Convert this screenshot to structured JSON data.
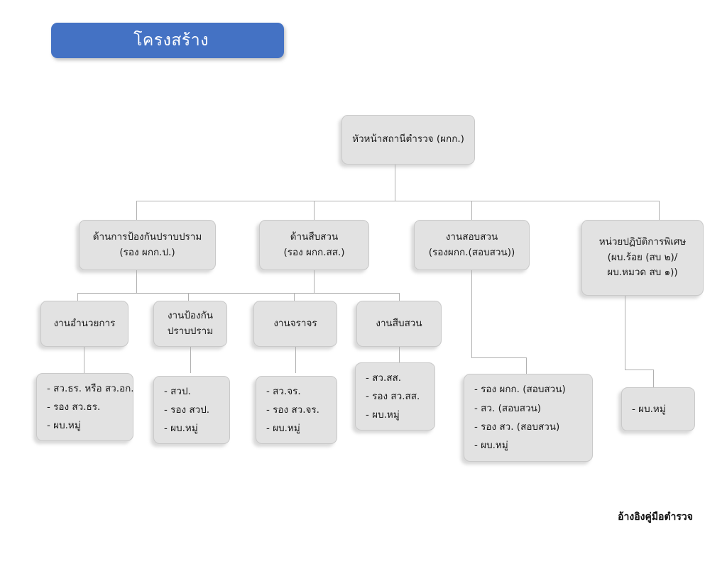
{
  "page": {
    "title_banner": "โครงสร้าง",
    "footer_note": "อ้างอิงคู่มือตำรวจ",
    "accent_color": "#4472c4",
    "node_fill_color": "#e2e2e2",
    "node_border_color": "#c9c9c9",
    "connector_color": "#b0b0b0"
  },
  "chart_data": {
    "type": "diagram",
    "title": "โครงสร้าง",
    "nodes": {
      "root": {
        "id": "root",
        "lines": [
          "หัวหน้าสถานีตำรวจ (ผกก.)"
        ]
      },
      "div_prevention": {
        "id": "div_prevention",
        "lines": [
          "ด้านการป้องกันปราบปราม",
          "(รอง ผกก.ป.)"
        ]
      },
      "div_investigation": {
        "id": "div_investigation",
        "lines": [
          "ด้านสืบสวน",
          "(รอง ผกก.สส.)"
        ]
      },
      "div_inquiry": {
        "id": "div_inquiry",
        "lines": [
          "งานสอบสวน",
          "(รองผกก.(สอบสวน))"
        ]
      },
      "div_special": {
        "id": "div_special",
        "lines": [
          "หน่วยปฏิบัติการพิเศษ",
          "(ผบ.ร้อย (สบ ๒)/",
          "ผบ.หมวด สบ ๑))"
        ]
      },
      "sec_admin": {
        "id": "sec_admin",
        "lines": [
          "งานอำนวยการ"
        ]
      },
      "sec_prevention": {
        "id": "sec_prevention",
        "lines": [
          "งานป้องกัน",
          "ปราบปราม"
        ]
      },
      "sec_traffic": {
        "id": "sec_traffic",
        "lines": [
          "งานจราจร"
        ]
      },
      "sec_investigation": {
        "id": "sec_investigation",
        "lines": [
          "งานสืบสวน"
        ]
      },
      "roles_admin": {
        "id": "roles_admin",
        "lines": [
          "- สว.ธร. หรือ สว.อก.",
          "- รอง สว.ธร.",
          "- ผบ.หมู่"
        ]
      },
      "roles_prevention": {
        "id": "roles_prevention",
        "lines": [
          "- สวป.",
          "- รอง สวป.",
          "- ผบ.หมู่"
        ]
      },
      "roles_traffic": {
        "id": "roles_traffic",
        "lines": [
          "- สว.จร.",
          "- รอง สว.จร.",
          "- ผบ.หมู่"
        ]
      },
      "roles_investigation": {
        "id": "roles_investigation",
        "lines": [
          "- สว.สส.",
          "- รอง สว.สส.",
          "- ผบ.หมู่"
        ]
      },
      "roles_inquiry": {
        "id": "roles_inquiry",
        "lines": [
          "- รอง ผกก. (สอบสวน)",
          "- สว. (สอบสวน)",
          "- รอง สว. (สอบสวน)",
          "- ผบ.หมู่"
        ]
      },
      "roles_special": {
        "id": "roles_special",
        "lines": [
          "- ผบ.หมู่"
        ]
      }
    },
    "edges": [
      [
        "root",
        "div_prevention"
      ],
      [
        "root",
        "div_investigation"
      ],
      [
        "root",
        "div_inquiry"
      ],
      [
        "root",
        "div_special"
      ],
      [
        "div_prevention",
        "sec_admin"
      ],
      [
        "div_prevention",
        "sec_prevention"
      ],
      [
        "div_prevention",
        "sec_traffic"
      ],
      [
        "div_investigation",
        "sec_investigation"
      ],
      [
        "sec_admin",
        "roles_admin"
      ],
      [
        "sec_prevention",
        "roles_prevention"
      ],
      [
        "sec_traffic",
        "roles_traffic"
      ],
      [
        "sec_investigation",
        "roles_investigation"
      ],
      [
        "div_inquiry",
        "roles_inquiry"
      ],
      [
        "div_special",
        "roles_special"
      ]
    ]
  }
}
